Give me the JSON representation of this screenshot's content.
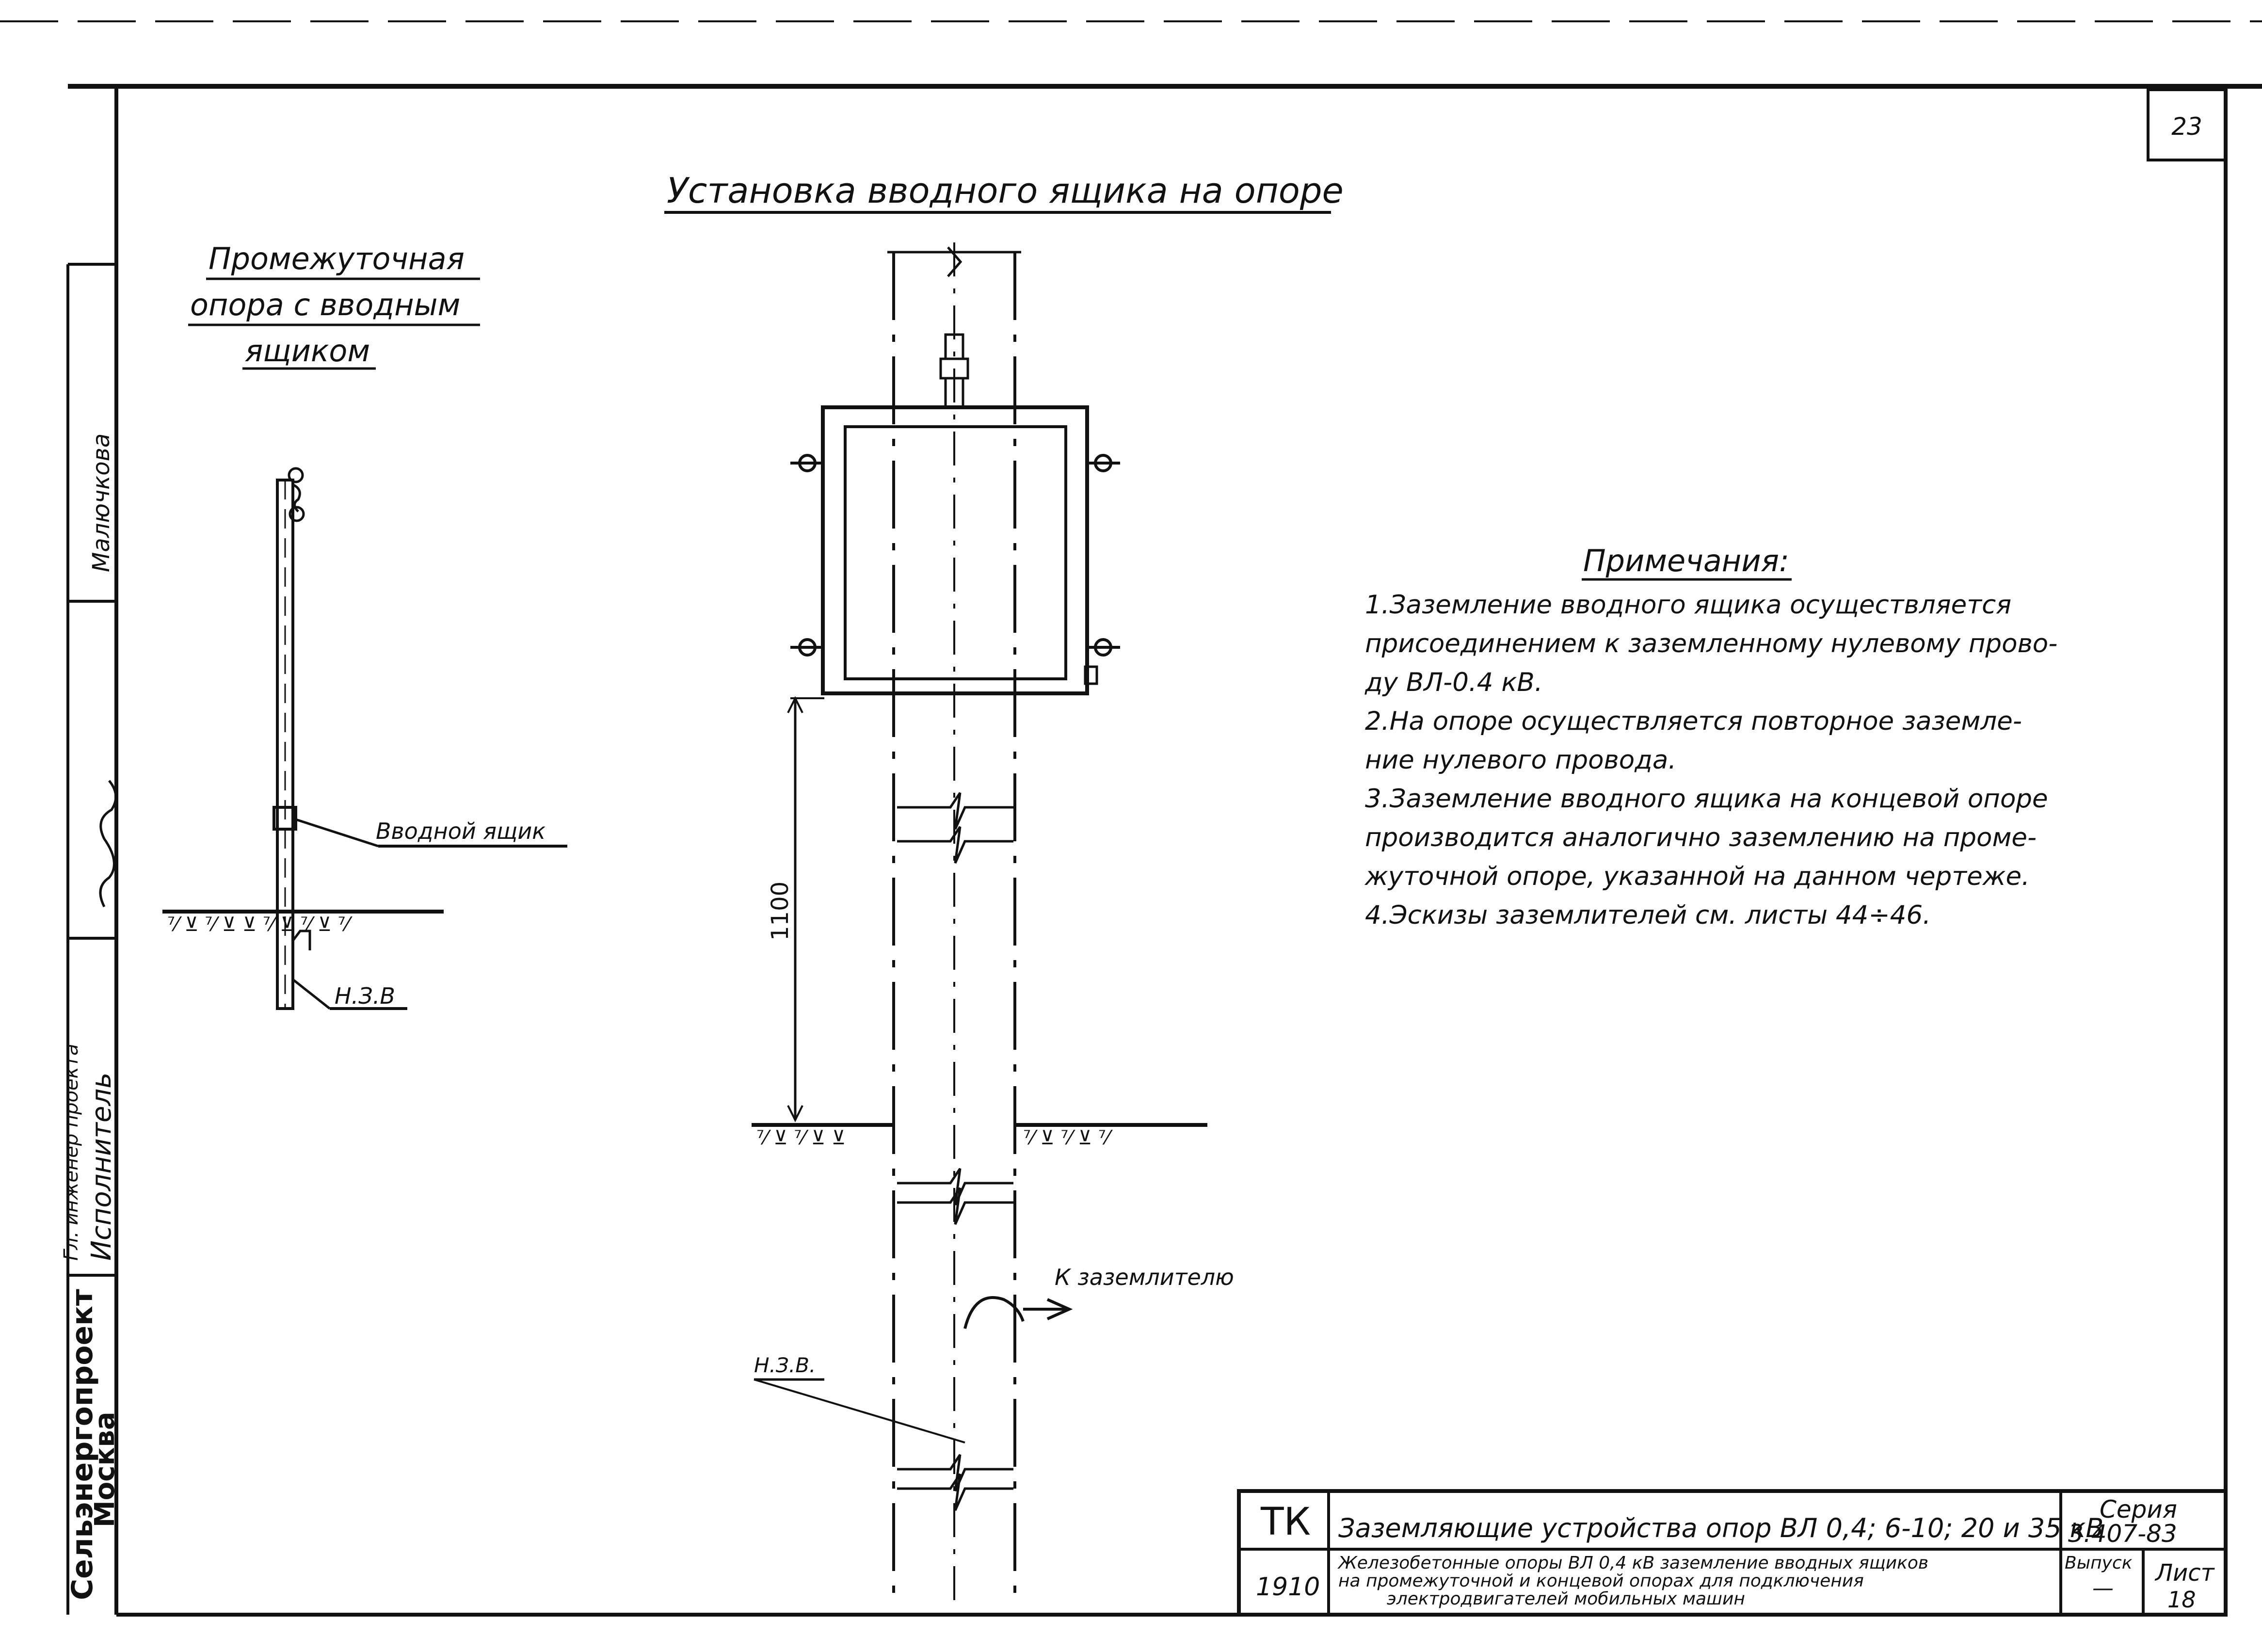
{
  "sheet_number": "23",
  "main_title": "Установка вводного ящика на опоре",
  "side_title": {
    "line1": "Промежуточная",
    "line2": "опора с вводным",
    "line3": "ящиком"
  },
  "labels": {
    "input_box": "Вводной ящик",
    "ground_conductor_left": "Н.З.В",
    "ground_conductor_right": "Н.З.В.",
    "dimension_1100": "1100",
    "to_grounding": "К заземлителю"
  },
  "notes": {
    "heading": "Примечания:",
    "lines": [
      "1.Заземление вводного ящика осуществляется",
      "присоединением к заземленному нулевому прово-",
      "ду ВЛ-0.4 кВ.",
      "2.На опоре осуществляется повторное заземле-",
      "ние нулевого провода.",
      "3.Заземление вводного ящика на концевой опоре",
      "производится аналогично заземлению на проме-",
      "жуточной опоре, указанной на данном чертеже.",
      "4.Эскизы заземлителей см. листы 44÷46."
    ]
  },
  "left_strip": {
    "org_line1": "Сельэнергопроект",
    "org_line2": "Москва",
    "role_label": "Исполнитель",
    "role_label2": "Гл. инженер проекта",
    "signature_name": "Малючкова"
  },
  "title_block": {
    "tk": "ТК",
    "number": "1910",
    "title": "Заземляющие устройства опор ВЛ 0,4; 6-10; 20 и 35 кВ",
    "subtitle_line1": "Железобетонные опоры ВЛ 0,4 кВ заземление вводных ящиков",
    "subtitle_line2": "на промежуточной и концевой опорах для подключения",
    "subtitle_line3": "электродвигателей мобильных машин",
    "series_label": "Серия",
    "series_value": "3.407-83",
    "issue_label": "Выпуск",
    "issue_value": "—",
    "sheet_label": "Лист",
    "sheet_value": "18"
  }
}
